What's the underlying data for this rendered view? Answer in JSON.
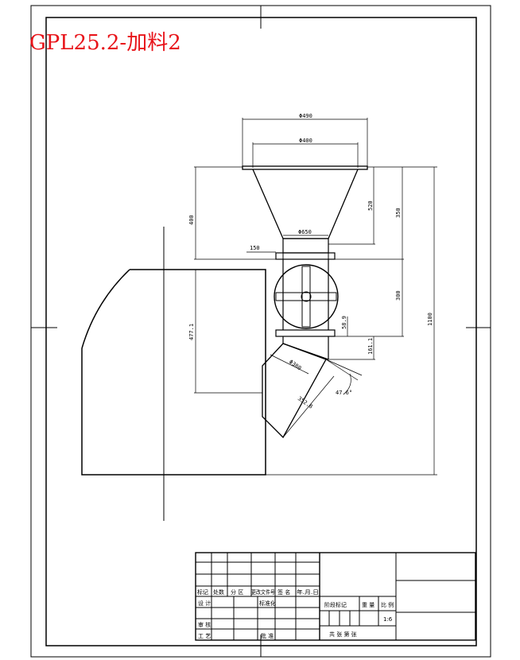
{
  "title": "GPL25.2-加料2",
  "dimensions": {
    "flange_outer": "Φ490",
    "flange_inner": "Φ400",
    "neck": "Φ650",
    "offset_150": "150",
    "height_400": "400",
    "height_520": "520",
    "height_350": "350",
    "height_300": "300",
    "height_477": "477.1",
    "height_58": "58.9",
    "height_161": "161.1",
    "total_1100": "1100",
    "chute_width": "Φ380",
    "chute_length": "352.8",
    "angle": "47.6°"
  },
  "title_block": {
    "biaoji": "标记",
    "chushu": "处数",
    "fenqu": "分 区",
    "gengai": "更改文件号",
    "qianming": "签 名",
    "nianyueri": "年.月.日",
    "sheji": "设 计",
    "biaozhunhua": "标准化",
    "jieduan": "阶段标记",
    "zhongliang": "重 量",
    "bili": "比 例",
    "scale": "1:6",
    "shenhe": "审 核",
    "gongyi": "工 艺",
    "pizhun": "批 准",
    "gongzhang": "共  张  第  张"
  }
}
